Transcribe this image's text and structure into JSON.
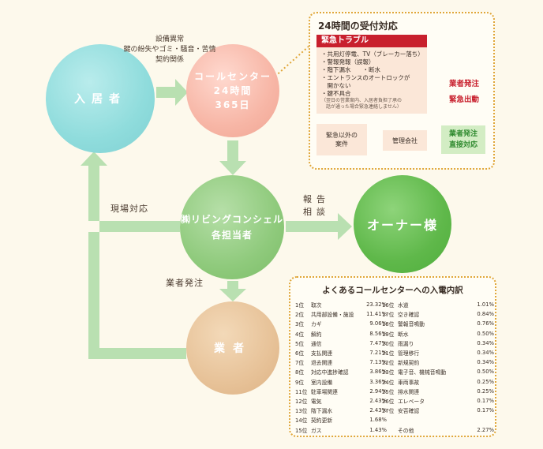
{
  "colors": {
    "arrow_green": "#b9e0b1",
    "dotted_border": "#e0a638",
    "emergency_red": "#c8202d",
    "direct_green": "#2f8a2f"
  },
  "nodes": {
    "resident": "入居者",
    "callcenter": [
      "コールセンター",
      "24時間",
      "365日"
    ],
    "living": [
      "㈱リビングコンシェル",
      "各担当者"
    ],
    "owner": "オーナー様",
    "vendor": "業者"
  },
  "labels": {
    "inquiry_types": [
      "設備異常",
      "鍵の紛失やゴミ・騒音・苦情",
      "契約関係"
    ],
    "site_response": "現場対応",
    "report": "報告",
    "consult": "相談",
    "vendor_order": "業者発注"
  },
  "reception": {
    "title": "24時間の受付対応",
    "emergency_heading": "緊急トラブル",
    "emergency_items": [
      "・共用灯停電、TV（ブレーカー落ち）",
      "・警報発報（誤報）",
      "・階下漏水　　・断水",
      "・エントランスのオートロックが",
      "　開かない",
      "・鍵不具合"
    ],
    "emergency_note": "（翌日の営業案内、入居者負担了承の\n　話が通った場合緊急連絡しません）",
    "emergency_action_1": "業者発注",
    "emergency_action_2": "緊急出動",
    "non_emergency": "緊急以外の\n案件",
    "management": "管理会社",
    "direct_1": "業者発注",
    "direct_2": "直接対応"
  },
  "calls": {
    "title": "よくあるコールセンターへの入電内訳",
    "left": [
      {
        "rank": "1位",
        "name": "取次",
        "pct": "23.32%"
      },
      {
        "rank": "2位",
        "name": "共用部設備・施設",
        "pct": "11.41%"
      },
      {
        "rank": "3位",
        "name": "カギ",
        "pct": "9.06%"
      },
      {
        "rank": "4位",
        "name": "解約",
        "pct": "8.56%"
      },
      {
        "rank": "5位",
        "name": "通信",
        "pct": "7.47%"
      },
      {
        "rank": "6位",
        "name": "支払関連",
        "pct": "7.21%"
      },
      {
        "rank": "7位",
        "name": "退去関連",
        "pct": "7.13%"
      },
      {
        "rank": "8位",
        "name": "対応中進捗確認",
        "pct": "3.86%"
      },
      {
        "rank": "9位",
        "name": "室内設備",
        "pct": "3.36%"
      },
      {
        "rank": "11位",
        "name": "駐車場関連",
        "pct": "2.94%"
      },
      {
        "rank": "12位",
        "name": "電気",
        "pct": "2.43%"
      },
      {
        "rank": "13位",
        "name": "階下漏水",
        "pct": "2.43%"
      },
      {
        "rank": "14位",
        "name": "契約更新",
        "pct": "1.68%"
      },
      {
        "rank": "15位",
        "name": "ガス",
        "pct": "1.43%"
      }
    ],
    "right": [
      {
        "rank": "16位",
        "name": "水道",
        "pct": "1.01%"
      },
      {
        "rank": "17位",
        "name": "空き確認",
        "pct": "0.84%"
      },
      {
        "rank": "18位",
        "name": "警報音鳴動",
        "pct": "0.76%"
      },
      {
        "rank": "19位",
        "name": "断水",
        "pct": "0.50%"
      },
      {
        "rank": "20位",
        "name": "雨漏り",
        "pct": "0.34%"
      },
      {
        "rank": "21位",
        "name": "管理移行",
        "pct": "0.34%"
      },
      {
        "rank": "22位",
        "name": "新規契約",
        "pct": "0.34%"
      },
      {
        "rank": "23位",
        "name": "電子音、機械音鳴動",
        "pct": "0.50%"
      },
      {
        "rank": "24位",
        "name": "車両事故",
        "pct": "0.25%"
      },
      {
        "rank": "25位",
        "name": "排水関連",
        "pct": "0.25%"
      },
      {
        "rank": "26位",
        "name": "エレベータ",
        "pct": "0.17%"
      },
      {
        "rank": "27位",
        "name": "安否確認",
        "pct": "0.17%"
      },
      {
        "rank": "",
        "name": "",
        "pct": ""
      },
      {
        "rank": "",
        "name": "その他",
        "pct": "2.27%"
      }
    ]
  }
}
